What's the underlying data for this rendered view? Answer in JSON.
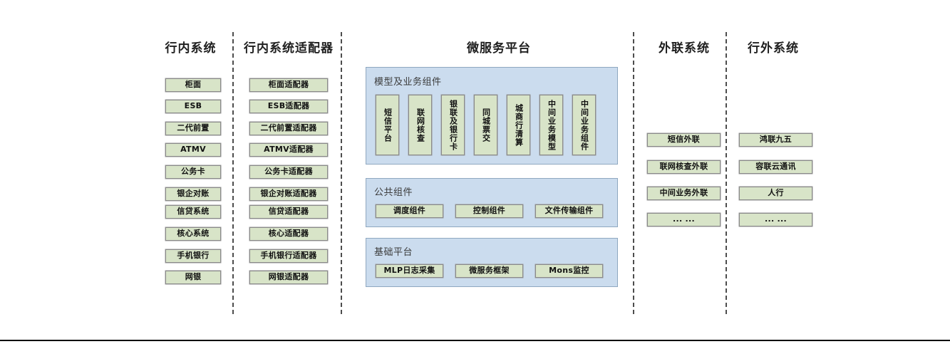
{
  "diagram": {
    "columns": [
      {
        "id": "in-bank-systems",
        "title": "行内系统",
        "nodes": [
          "柜面",
          "ESB",
          "二代前置",
          "ATMV",
          "公务卡",
          "银企对账",
          "信贷系统",
          "核心系统",
          "手机银行",
          "网银"
        ]
      },
      {
        "id": "in-bank-adapters",
        "title": "行内系统适配器",
        "nodes": [
          "柜面适配器",
          "ESB适配器",
          "二代前置适配器",
          "ATMV适配器",
          "公务卡适配器",
          "银企对账适配器",
          "信贷适配器",
          "核心适配器",
          "手机银行适配器",
          "网银适配器"
        ]
      },
      {
        "id": "microservice-platform",
        "title": "微服务平台",
        "panels": [
          {
            "id": "model-business-components",
            "title": "模型及业务组件",
            "orientation": "vertical",
            "nodes": [
              "短信平台",
              "联网核查",
              "银联及银行卡",
              "同城票交",
              "城商行清算",
              "中间业务模型",
              "中间业务组件"
            ]
          },
          {
            "id": "public-components",
            "title": "公共组件",
            "orientation": "horizontal",
            "nodes": [
              "调度组件",
              "控制组件",
              "文件传输组件"
            ]
          },
          {
            "id": "base-platform",
            "title": "基础平台",
            "orientation": "horizontal",
            "nodes": [
              "MLP日志采集",
              "微服务框架",
              "Mons监控"
            ]
          }
        ]
      },
      {
        "id": "external-link-systems",
        "title": "外联系统",
        "nodes": [
          "短信外联",
          "联网核查外联",
          "中间业务外联",
          "... ..."
        ]
      },
      {
        "id": "out-of-bank-systems",
        "title": "行外系统",
        "nodes": [
          "鸿联九五",
          "容联云通讯",
          "人行",
          "... ..."
        ]
      }
    ]
  },
  "colors": {
    "node_fill": "#d8e4c8",
    "node_border": "#8a8a8a",
    "panel_fill": "#cbdcee",
    "panel_border": "#8fa8c0",
    "divider": "#4d4d4d",
    "text": "#111111",
    "panel_title_text": "#3b3b3b"
  }
}
